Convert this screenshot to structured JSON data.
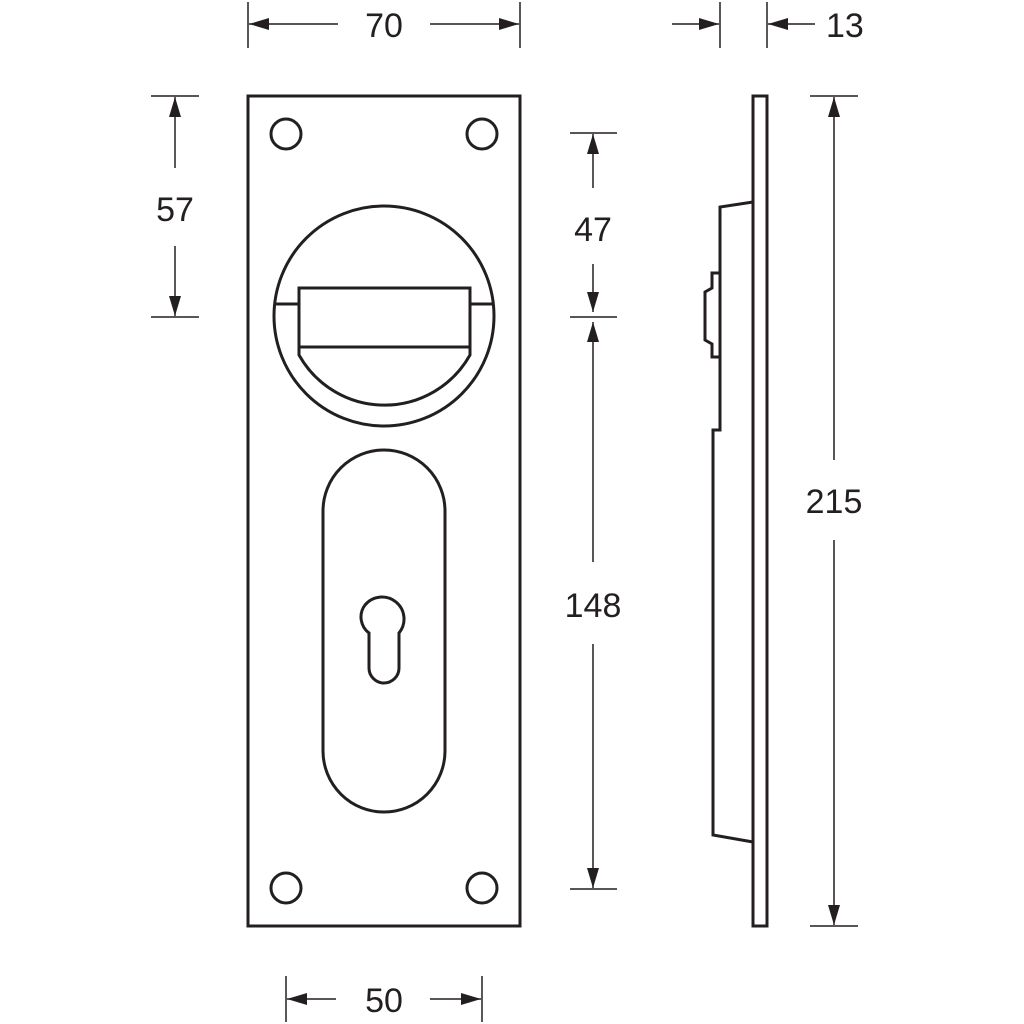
{
  "dimensions": {
    "plate_width": "70",
    "plate_depth": "13",
    "hole_to_handle": "57",
    "handle_height": "47",
    "handle_to_bottom": "148",
    "total_height": "215",
    "hole_spacing": "50"
  },
  "colors": {
    "line": "#231f20",
    "background": "#ffffff"
  }
}
